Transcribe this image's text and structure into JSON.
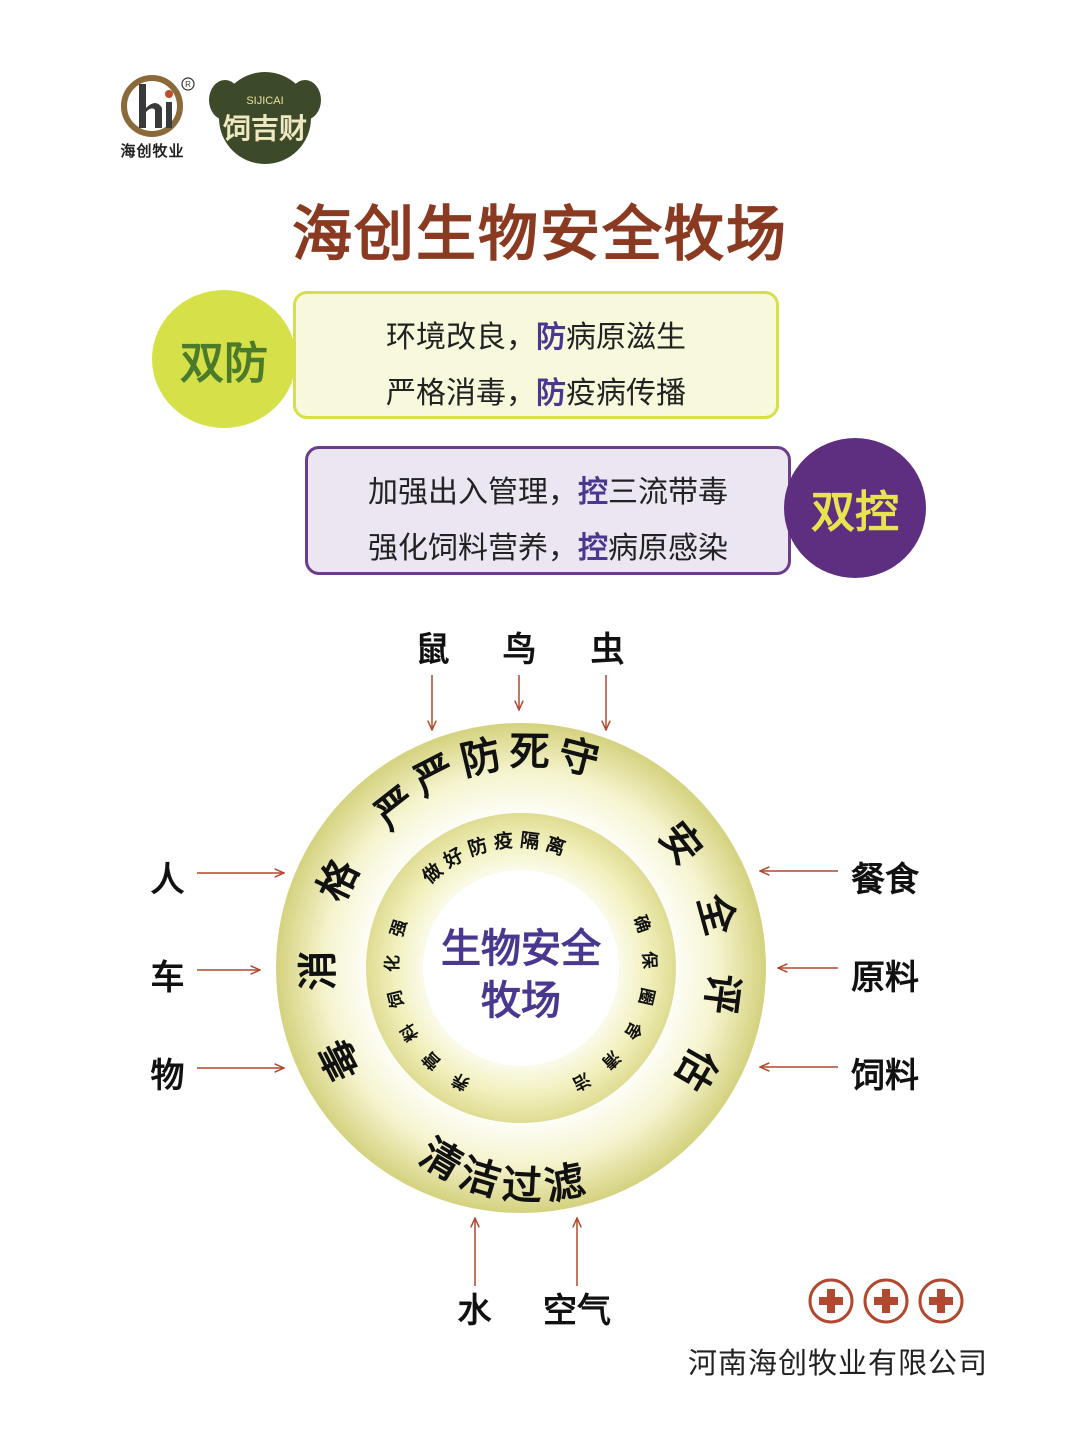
{
  "logos": {
    "haichuang_caption": "海创牧业",
    "sijicai_latin": "SIJICAI",
    "sijicai_cn": "饲吉财"
  },
  "title": "海创生物安全牧场",
  "shuangfang": {
    "badge": "双防",
    "lines": [
      {
        "pre": "环境改良，",
        "key": "防",
        "post": "病原滋生"
      },
      {
        "pre": "严格消毒，",
        "key": "防",
        "post": "疫病传播"
      }
    ]
  },
  "shuangkong": {
    "badge": "双控",
    "lines": [
      {
        "pre": "加强出入管理，",
        "key": "控",
        "post": "三流带毒"
      },
      {
        "pre": "强化饲料营养，",
        "key": "控",
        "post": "病原感染"
      }
    ]
  },
  "diagram": {
    "center": [
      "生物安全",
      "牧场"
    ],
    "outer_ring": {
      "top": "严防死守",
      "left": "严格消毒",
      "right": "安全评估",
      "bottom": "清洁过滤"
    },
    "inner_ring": {
      "top": "做好防疫隔离",
      "left": "强化饲料营养",
      "right": "确保圈舍清洁"
    },
    "sources": {
      "top": [
        "鼠",
        "鸟",
        "虫"
      ],
      "left": [
        "人",
        "车",
        "物"
      ],
      "right": [
        "餐食",
        "原料",
        "饲料"
      ],
      "bottom": [
        "水",
        "空气"
      ]
    }
  },
  "colors": {
    "title": "#8b3a22",
    "ring": "#d9d98a",
    "arrow": "#b0492f",
    "center_text": "#4a3890"
  },
  "footer": {
    "cross_icons": [
      "cross-icon",
      "cross-icon",
      "cross-icon"
    ],
    "company": "河南海创牧业有限公司"
  }
}
